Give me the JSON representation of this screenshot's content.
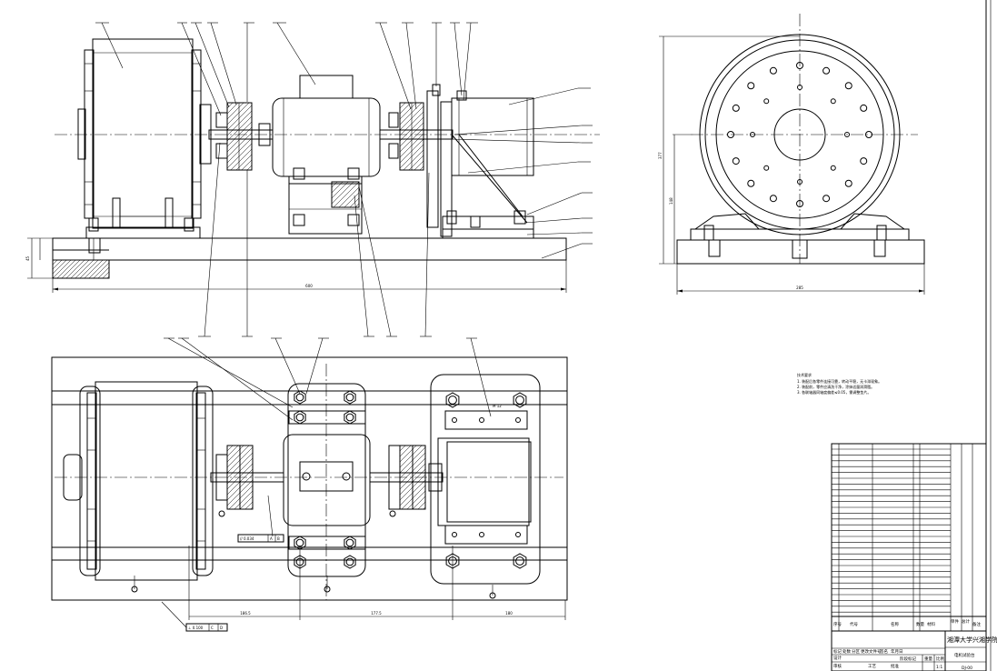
{
  "dimensions": {
    "overall_length": "600",
    "base_height": "45",
    "seg1": "186.5",
    "seg2": "177.5",
    "seg3": "180",
    "side_width": "285",
    "side_height": "377",
    "side_center_height": "148"
  },
  "tolerance_frames": {
    "frame1": [
      "// 0.034",
      "A",
      "B"
    ],
    "frame2": [
      "⊥ 0.100",
      "C",
      "D"
    ]
  },
  "tech_notes": {
    "title": "技术要求",
    "lines": [
      "1. 装配后各零件连接可靠，转动平稳，无卡滞现象。",
      "2. 装配前，零件应清洗干净，涂抹适量润滑脂。",
      "3. 各联轴器同轴度偏差≤0.05，需调整垫片。"
    ]
  },
  "title_block": {
    "school": "湘潭大学兴湘学院",
    "drawing_name": "电机试验台",
    "drawing_no": "DJ-00",
    "header_labels": [
      "序号",
      "代号",
      "名称",
      "数量",
      "材料",
      "单件",
      "总计",
      "备注"
    ],
    "sign_labels": [
      "标记",
      "处数",
      "分区",
      "更改文件号",
      "签名",
      "年月日"
    ],
    "role_labels": [
      "设计",
      "审核",
      "工艺",
      "批准"
    ],
    "stage_labels": [
      "阶段标记",
      "重量",
      "比例"
    ],
    "scale": "1:1"
  }
}
